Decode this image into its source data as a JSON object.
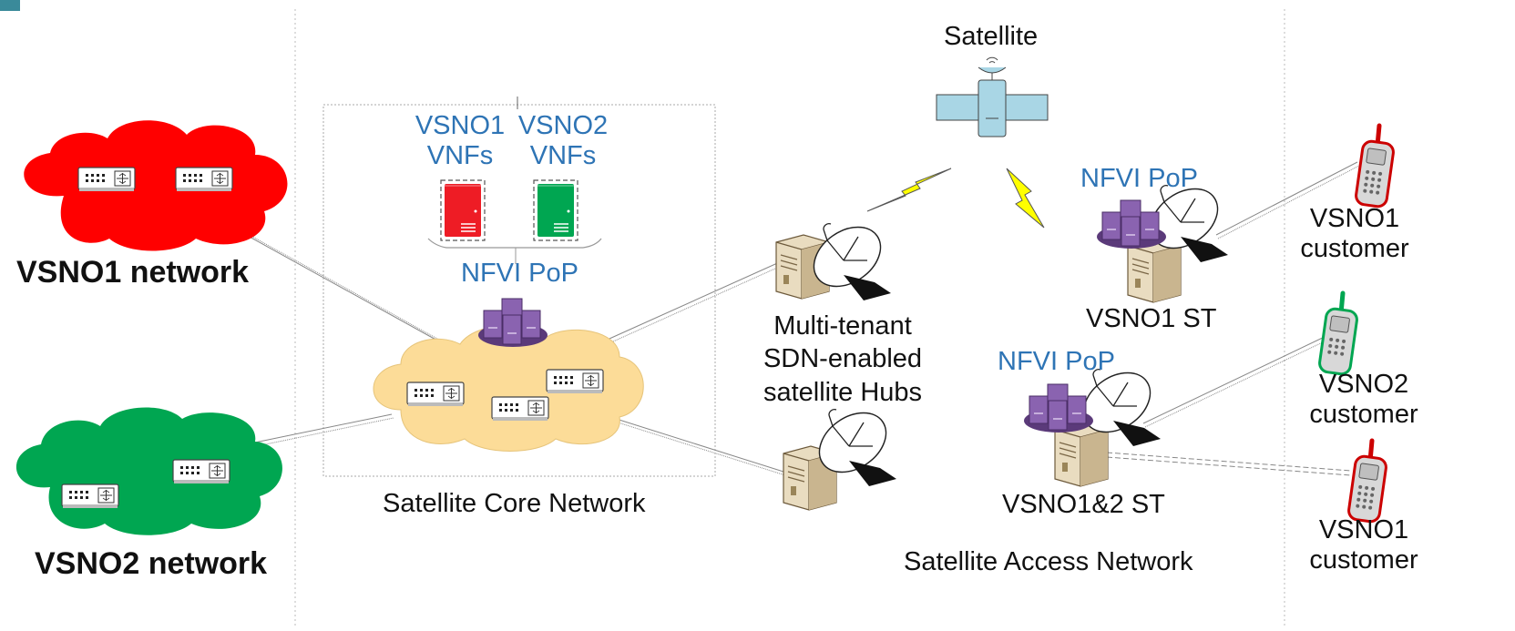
{
  "labels": {
    "satellite": "Satellite",
    "vsno1_vnfs": [
      "VSNO1",
      "VNFs"
    ],
    "vsno2_vnfs": [
      "VSNO2",
      "VNFs"
    ],
    "nfvi_pop": "NFVI PoP",
    "vsno1_network": "VSNO1 network",
    "vsno2_network": "VSNO2 network",
    "hubs": [
      "Multi-tenant",
      "SDN-enabled",
      "satellite Hubs"
    ],
    "vsno1_st": "VSNO1 ST",
    "vsno12_st": "VSNO1&2 ST",
    "vsno1_customer": [
      "VSNO1",
      "customer"
    ],
    "vsno2_customer": [
      "VSNO2",
      "customer"
    ],
    "core_network": "Satellite Core Network",
    "access_network": "Satellite Access Network"
  },
  "colors": {
    "vsno1": "#ff0000",
    "vsno2": "#00a651",
    "core_cloud": "#fcdc98",
    "nfvi_purple": "#7b4a97",
    "label_blue": "#2e74b5",
    "satellite_panel": "#a9d6e5",
    "lightning": "#ffff00"
  },
  "icons": [
    "switch-icon",
    "nfvi-server-stack-icon",
    "vnf-door-icon",
    "satellite-icon",
    "lightning-icon",
    "server-icon",
    "satellite-dish-icon",
    "mobile-phone-icon"
  ]
}
